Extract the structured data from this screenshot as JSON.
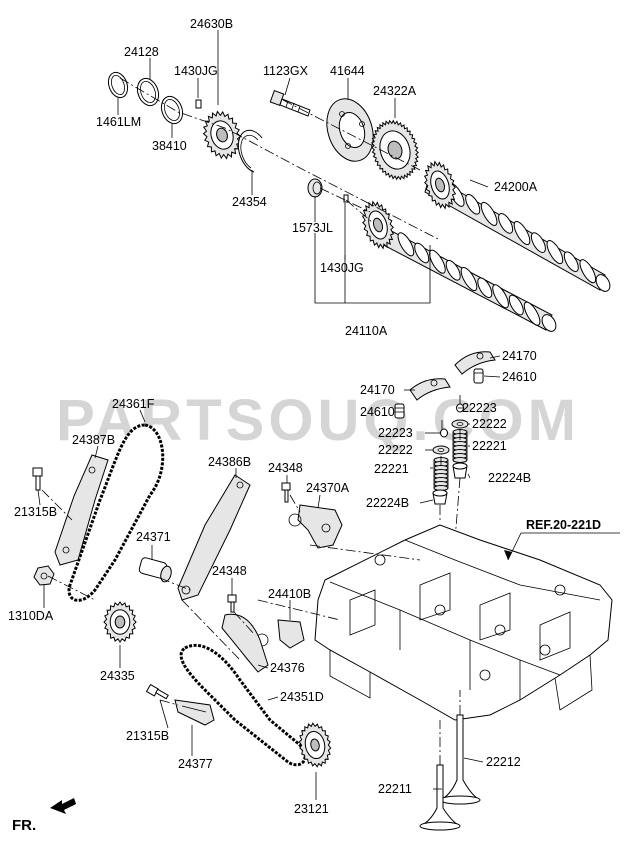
{
  "diagram": {
    "watermark": "PARTSOUQ.COM",
    "ref_label": "REF.20-221D",
    "front_label": "FR.",
    "part_labels": [
      {
        "id": "p24630B",
        "text": "24630B"
      },
      {
        "id": "p24128",
        "text": "24128"
      },
      {
        "id": "p1430JG_top",
        "text": "1430JG"
      },
      {
        "id": "p1123GX",
        "text": "1123GX"
      },
      {
        "id": "p41644",
        "text": "41644"
      },
      {
        "id": "p24322A",
        "text": "24322A"
      },
      {
        "id": "p1461LM",
        "text": "1461LM"
      },
      {
        "id": "p38410",
        "text": "38410"
      },
      {
        "id": "p24200A",
        "text": "24200A"
      },
      {
        "id": "p24354",
        "text": "24354"
      },
      {
        "id": "p1573JL",
        "text": "1573JL"
      },
      {
        "id": "p1430JG_mid",
        "text": "1430JG"
      },
      {
        "id": "p24110A",
        "text": "24110A"
      },
      {
        "id": "p24170_a",
        "text": "24170"
      },
      {
        "id": "p24610_a",
        "text": "24610"
      },
      {
        "id": "p24170_b",
        "text": "24170"
      },
      {
        "id": "p24610_b",
        "text": "24610"
      },
      {
        "id": "p22223_a",
        "text": "22223"
      },
      {
        "id": "p22222_a",
        "text": "22222"
      },
      {
        "id": "p22223_b",
        "text": "22223"
      },
      {
        "id": "p22222_b",
        "text": "22222"
      },
      {
        "id": "p22221_a",
        "text": "22221"
      },
      {
        "id": "p22221_b",
        "text": "22221"
      },
      {
        "id": "p22224B_a",
        "text": "22224B"
      },
      {
        "id": "p22224B_b",
        "text": "22224B"
      },
      {
        "id": "p24361F",
        "text": "24361F"
      },
      {
        "id": "p24387B",
        "text": "24387B"
      },
      {
        "id": "p24386B",
        "text": "24386B"
      },
      {
        "id": "p24348_a",
        "text": "24348"
      },
      {
        "id": "p24370A",
        "text": "24370A"
      },
      {
        "id": "p21315B_a",
        "text": "21315B"
      },
      {
        "id": "p24371",
        "text": "24371"
      },
      {
        "id": "p24348_b",
        "text": "24348"
      },
      {
        "id": "p1310DA",
        "text": "1310DA"
      },
      {
        "id": "p24410B",
        "text": "24410B"
      },
      {
        "id": "p24376",
        "text": "24376"
      },
      {
        "id": "p24335",
        "text": "24335"
      },
      {
        "id": "p24351D",
        "text": "24351D"
      },
      {
        "id": "p21315B_b",
        "text": "21315B"
      },
      {
        "id": "p24377",
        "text": "24377"
      },
      {
        "id": "p22212",
        "text": "22212"
      },
      {
        "id": "p23121",
        "text": "23121"
      },
      {
        "id": "p22211",
        "text": "22211"
      }
    ]
  }
}
